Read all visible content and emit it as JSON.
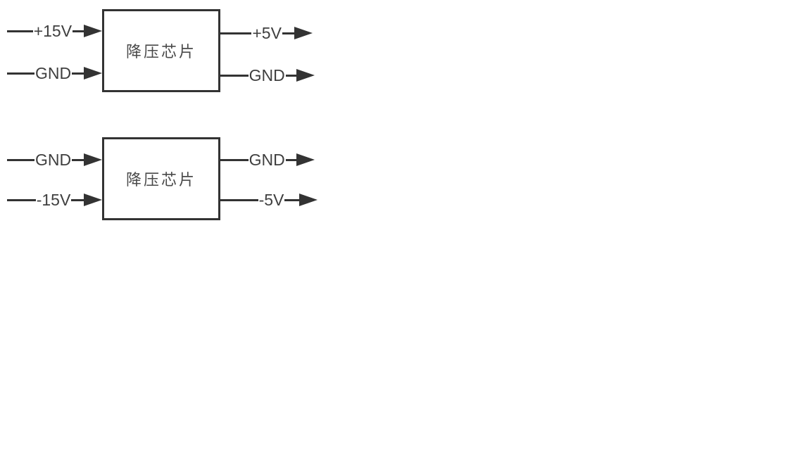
{
  "diagram": {
    "title": "dual step-down converter block diagram",
    "colors": {
      "stroke": "#333333",
      "text": "#3f3f3f",
      "background": "#ffffff"
    },
    "blocks": [
      {
        "label": "降压芯片",
        "inputs": [
          {
            "label": "+15V"
          },
          {
            "label": "GND"
          }
        ],
        "outputs": [
          {
            "label": "+5V"
          },
          {
            "label": "GND"
          }
        ]
      },
      {
        "label": "降压芯片",
        "inputs": [
          {
            "label": "GND"
          },
          {
            "label": "-15V"
          }
        ],
        "outputs": [
          {
            "label": "GND"
          },
          {
            "label": "-5V"
          }
        ]
      }
    ]
  }
}
